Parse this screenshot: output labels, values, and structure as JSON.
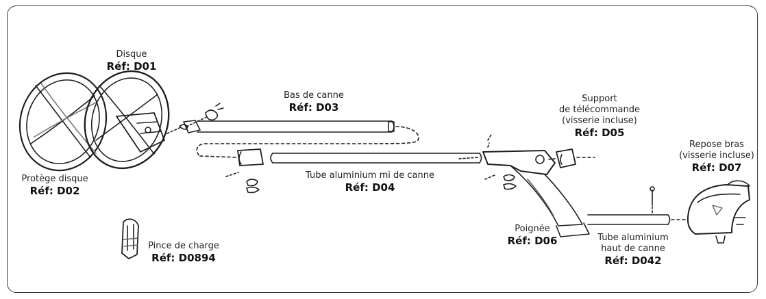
{
  "parts": [
    {
      "id": "D01",
      "name": [
        "Disque"
      ],
      "ref": "Réf: D01"
    },
    {
      "id": "D02",
      "name": [
        "Protège disque"
      ],
      "ref": "Réf: D02"
    },
    {
      "id": "D03",
      "name": [
        "Bas de canne"
      ],
      "ref": "Réf: D03"
    },
    {
      "id": "D04",
      "name": [
        "Tube aluminium mi de canne"
      ],
      "ref": "Réf: D04"
    },
    {
      "id": "D05",
      "name": [
        "Support",
        "de télécommande",
        "(visserie incluse)"
      ],
      "ref": "Réf: D05"
    },
    {
      "id": "D06",
      "name": [
        "Poignée"
      ],
      "ref": "Réf: D06"
    },
    {
      "id": "D07",
      "name": [
        "Repose bras",
        "(visserie incluse)"
      ],
      "ref": "Réf: D07"
    },
    {
      "id": "D042",
      "name": [
        "Tube aluminium",
        "haut de canne"
      ],
      "ref": "Réf: D042"
    },
    {
      "id": "D0894",
      "name": [
        "Pince de charge"
      ],
      "ref": "Réf: D0894"
    }
  ],
  "colors": {
    "line": "#1f1f1f",
    "grey": "#8a8a8a",
    "frame": "#3a3a3a"
  }
}
